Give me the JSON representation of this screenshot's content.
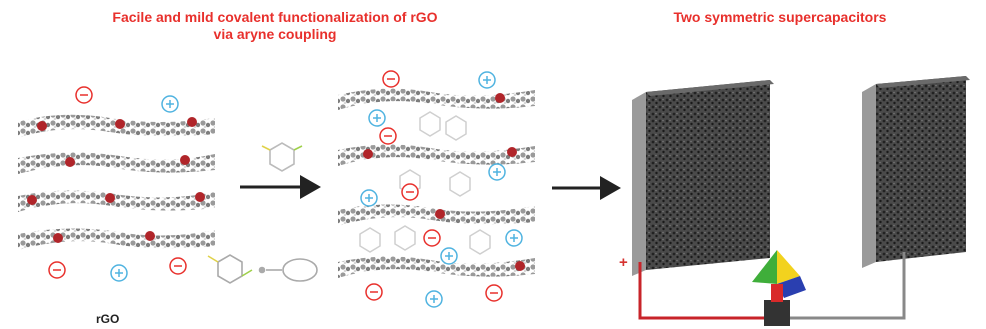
{
  "titles": {
    "left_line1": "Facile and mild covalent  functionalization of rGO",
    "left_line2": "via aryne coupling",
    "right": "Two symmetric supercapacitors"
  },
  "labels": {
    "rgo": "rGO",
    "positive": "+",
    "negative": "–"
  },
  "colors": {
    "title_red": "#e8302c",
    "charge_negative": "#e8302c",
    "charge_positive": "#4fb3e0",
    "sheet_grey": "#8a8a8a",
    "oxygen_red": "#b0252a",
    "wire_red": "#c8242a",
    "wire_grey": "#888888"
  }
}
